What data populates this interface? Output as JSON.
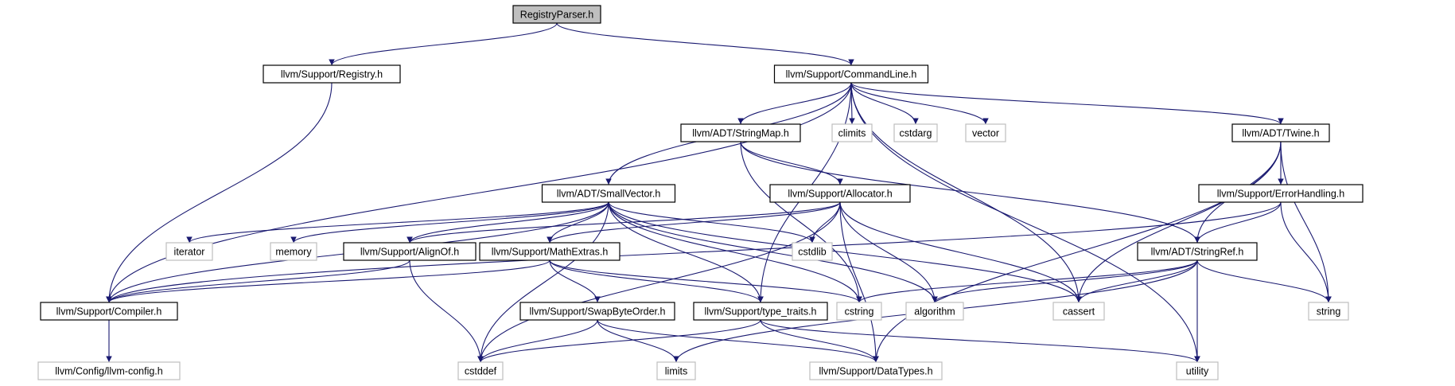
{
  "graph": {
    "title": "RegistryParser.h",
    "colors": {
      "edge": "#191970",
      "root_fill": "#bfbfbf",
      "node_border": "#000000",
      "system_border": "#bfbfbf"
    },
    "nodes": [
      {
        "id": "registryparser",
        "label": "RegistryParser.h",
        "kind": "root"
      },
      {
        "id": "registry",
        "label": "llvm/Support/Registry.h",
        "kind": "project"
      },
      {
        "id": "commandline",
        "label": "llvm/Support/CommandLine.h",
        "kind": "project"
      },
      {
        "id": "stringmap",
        "label": "llvm/ADT/StringMap.h",
        "kind": "project"
      },
      {
        "id": "climits",
        "label": "climits",
        "kind": "system"
      },
      {
        "id": "cstdarg",
        "label": "cstdarg",
        "kind": "system"
      },
      {
        "id": "vector",
        "label": "vector",
        "kind": "system"
      },
      {
        "id": "twine",
        "label": "llvm/ADT/Twine.h",
        "kind": "project"
      },
      {
        "id": "smallvector",
        "label": "llvm/ADT/SmallVector.h",
        "kind": "project"
      },
      {
        "id": "allocator",
        "label": "llvm/Support/Allocator.h",
        "kind": "project"
      },
      {
        "id": "errorhandling",
        "label": "llvm/Support/ErrorHandling.h",
        "kind": "project"
      },
      {
        "id": "iterator",
        "label": "iterator",
        "kind": "system"
      },
      {
        "id": "memory",
        "label": "memory",
        "kind": "system"
      },
      {
        "id": "alignof",
        "label": "llvm/Support/AlignOf.h",
        "kind": "project"
      },
      {
        "id": "mathextras",
        "label": "llvm/Support/MathExtras.h",
        "kind": "project"
      },
      {
        "id": "cstdlib",
        "label": "cstdlib",
        "kind": "system"
      },
      {
        "id": "stringref",
        "label": "llvm/ADT/StringRef.h",
        "kind": "project"
      },
      {
        "id": "compiler",
        "label": "llvm/Support/Compiler.h",
        "kind": "project"
      },
      {
        "id": "swapbyteorder",
        "label": "llvm/Support/SwapByteOrder.h",
        "kind": "project"
      },
      {
        "id": "typetraits",
        "label": "llvm/Support/type_traits.h",
        "kind": "project"
      },
      {
        "id": "cstring",
        "label": "cstring",
        "kind": "system"
      },
      {
        "id": "algorithm",
        "label": "algorithm",
        "kind": "system"
      },
      {
        "id": "cassert",
        "label": "cassert",
        "kind": "system"
      },
      {
        "id": "string",
        "label": "string",
        "kind": "system"
      },
      {
        "id": "llvmconfig",
        "label": "llvm/Config/llvm-config.h",
        "kind": "system"
      },
      {
        "id": "cstddef",
        "label": "cstddef",
        "kind": "system"
      },
      {
        "id": "limits",
        "label": "limits",
        "kind": "system"
      },
      {
        "id": "datatypes",
        "label": "llvm/Support/DataTypes.h",
        "kind": "system"
      },
      {
        "id": "utility",
        "label": "utility",
        "kind": "system"
      }
    ],
    "edges": [
      [
        "registryparser",
        "registry"
      ],
      [
        "registryparser",
        "commandline"
      ],
      [
        "registry",
        "compiler"
      ],
      [
        "commandline",
        "compiler"
      ],
      [
        "commandline",
        "typetraits"
      ],
      [
        "commandline",
        "smallvector"
      ],
      [
        "commandline",
        "stringmap"
      ],
      [
        "commandline",
        "climits"
      ],
      [
        "commandline",
        "cstdarg"
      ],
      [
        "commandline",
        "vector"
      ],
      [
        "commandline",
        "cassert"
      ],
      [
        "commandline",
        "twine"
      ],
      [
        "commandline",
        "utility"
      ],
      [
        "stringmap",
        "allocator"
      ],
      [
        "stringmap",
        "stringref"
      ],
      [
        "stringmap",
        "cstring"
      ],
      [
        "twine",
        "errorhandling"
      ],
      [
        "twine",
        "stringref"
      ],
      [
        "twine",
        "cassert"
      ],
      [
        "twine",
        "string"
      ],
      [
        "twine",
        "datatypes"
      ],
      [
        "smallvector",
        "compiler"
      ],
      [
        "smallvector",
        "iterator"
      ],
      [
        "smallvector",
        "memory"
      ],
      [
        "smallvector",
        "alignof"
      ],
      [
        "smallvector",
        "mathextras"
      ],
      [
        "smallvector",
        "cstdlib"
      ],
      [
        "smallvector",
        "typetraits"
      ],
      [
        "smallvector",
        "cstring"
      ],
      [
        "smallvector",
        "algorithm"
      ],
      [
        "smallvector",
        "cassert"
      ],
      [
        "smallvector",
        "cstddef"
      ],
      [
        "allocator",
        "alignof"
      ],
      [
        "allocator",
        "mathextras"
      ],
      [
        "allocator",
        "cstdlib"
      ],
      [
        "allocator",
        "cassert"
      ],
      [
        "allocator",
        "algorithm"
      ],
      [
        "allocator",
        "cstddef"
      ],
      [
        "allocator",
        "datatypes"
      ],
      [
        "errorhandling",
        "compiler"
      ],
      [
        "errorhandling",
        "stringref"
      ],
      [
        "errorhandling",
        "string"
      ],
      [
        "alignof",
        "compiler"
      ],
      [
        "alignof",
        "cstddef"
      ],
      [
        "mathextras",
        "compiler"
      ],
      [
        "mathextras",
        "swapbyteorder"
      ],
      [
        "mathextras",
        "typetraits"
      ],
      [
        "mathextras",
        "cstring"
      ],
      [
        "stringref",
        "cstring"
      ],
      [
        "stringref",
        "algorithm"
      ],
      [
        "stringref",
        "cassert"
      ],
      [
        "stringref",
        "string"
      ],
      [
        "stringref",
        "limits"
      ],
      [
        "stringref",
        "utility"
      ],
      [
        "compiler",
        "llvmconfig"
      ],
      [
        "swapbyteorder",
        "datatypes"
      ],
      [
        "swapbyteorder",
        "cstddef"
      ],
      [
        "swapbyteorder",
        "limits"
      ],
      [
        "typetraits",
        "datatypes"
      ],
      [
        "typetraits",
        "cstddef"
      ],
      [
        "typetraits",
        "utility"
      ]
    ]
  }
}
